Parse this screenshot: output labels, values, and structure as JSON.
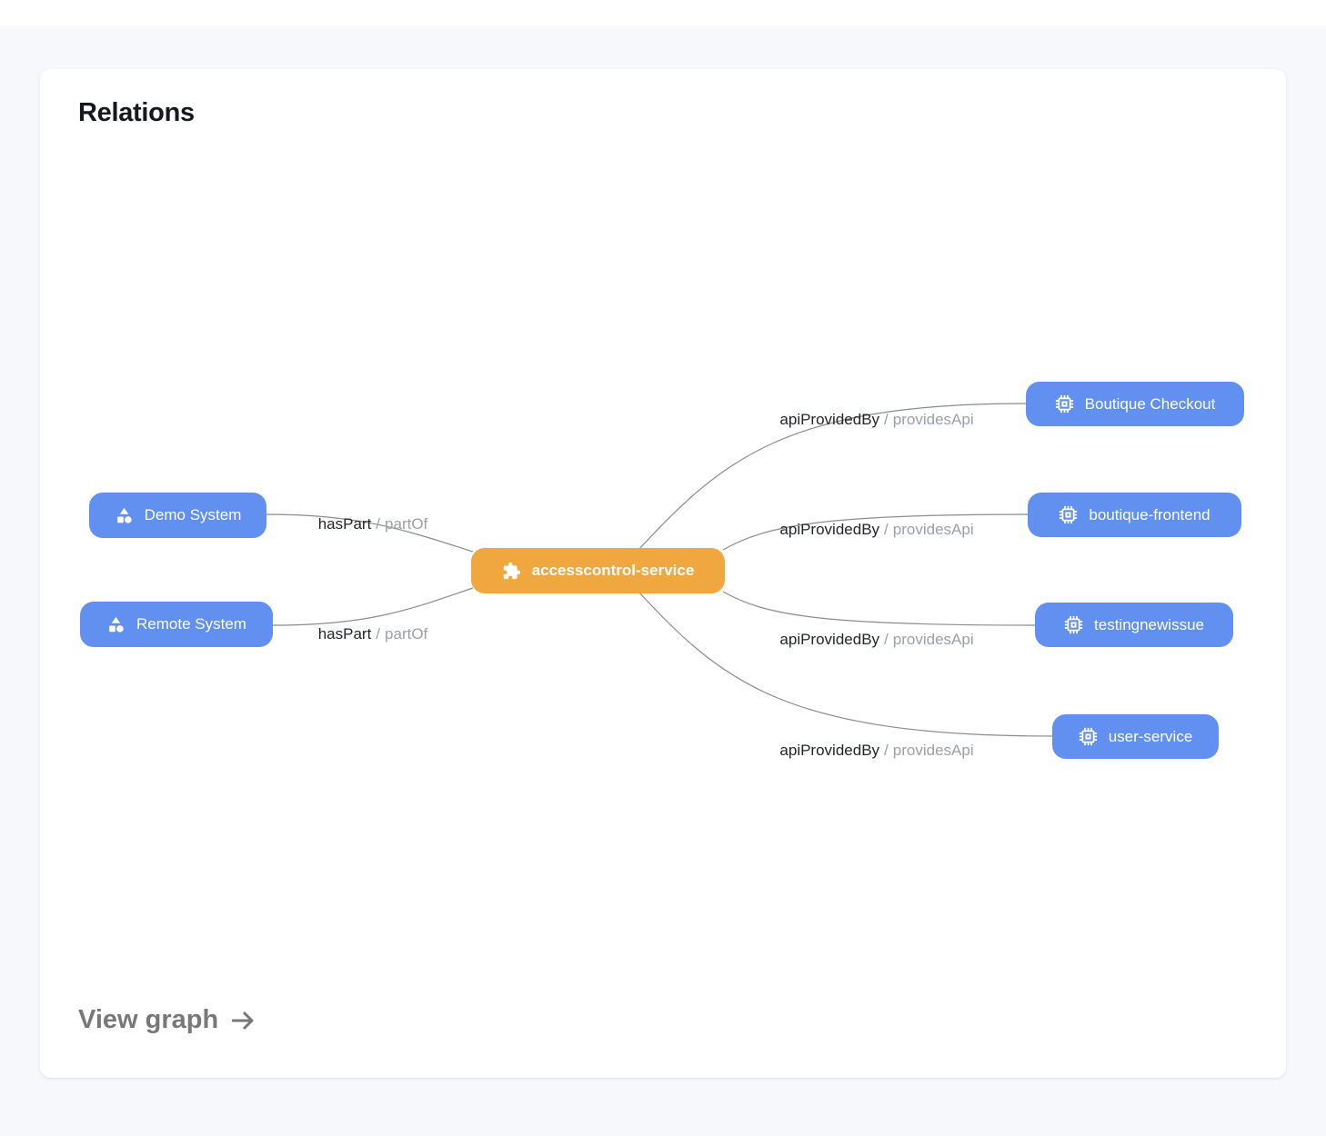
{
  "card": {
    "title": "Relations",
    "view_graph_label": "View graph"
  },
  "colors": {
    "node_blue": "#6290f1",
    "node_orange": "#f0a73f",
    "edge_color": "#8c8c8c",
    "page_bg": "#f7f8fb"
  },
  "icons": {
    "system": "shapes-icon (triangle, square, circle)",
    "api": "chip-icon",
    "component": "puzzle-icon",
    "view_graph": "arrow-right-icon"
  },
  "graph": {
    "center_node": {
      "label": "accesscontrol-service",
      "icon": "puzzle-icon"
    },
    "left_nodes": [
      {
        "label": "Demo System",
        "icon": "shapes-icon"
      },
      {
        "label": "Remote System",
        "icon": "shapes-icon"
      }
    ],
    "right_nodes": [
      {
        "label": "Boutique Checkout",
        "icon": "chip-icon"
      },
      {
        "label": "boutique-frontend",
        "icon": "chip-icon"
      },
      {
        "label": "testingnewissue",
        "icon": "chip-icon"
      },
      {
        "label": "user-service",
        "icon": "chip-icon"
      }
    ],
    "edges": [
      {
        "label": "hasPart",
        "separator": "/",
        "reverse_label": "partOf"
      },
      {
        "label": "hasPart",
        "separator": "/",
        "reverse_label": "partOf"
      },
      {
        "label": "apiProvidedBy",
        "separator": "/",
        "reverse_label": "providesApi"
      },
      {
        "label": "apiProvidedBy",
        "separator": "/",
        "reverse_label": "providesApi"
      },
      {
        "label": "apiProvidedBy",
        "separator": "/",
        "reverse_label": "providesApi"
      },
      {
        "label": "apiProvidedBy",
        "separator": "/",
        "reverse_label": "providesApi"
      }
    ]
  }
}
